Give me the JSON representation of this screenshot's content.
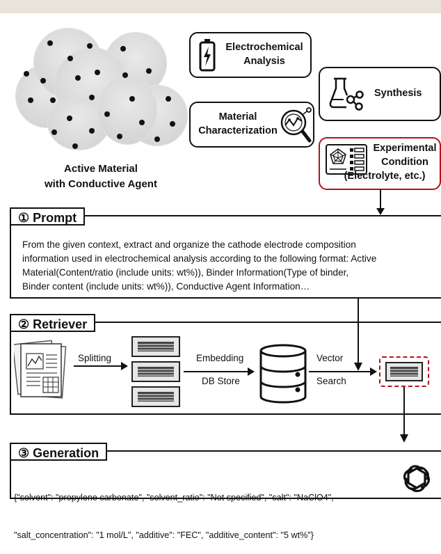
{
  "material": {
    "caption_line1": "Active Material",
    "caption_line2": "with Conductive Agent"
  },
  "cards": {
    "electrochemical": {
      "line1": "Electrochemical",
      "line2": "Analysis",
      "icon": "battery-charging-icon"
    },
    "synthesis": {
      "line1": "Synthesis",
      "icon": "flask-icon"
    },
    "characterization": {
      "line1": "Material",
      "line2": "Characterization",
      "icon": "magnifier-chart-icon"
    },
    "experimental": {
      "line1": "Experimental",
      "line2": "Condition",
      "line3": "(Electrolyte, etc.)",
      "icon": "radar-chart-icon",
      "border_color": "#b5121b"
    }
  },
  "prompt": {
    "title": "① Prompt",
    "lines": [
      "From the given context, extract and organize the cathode electrode composition",
      "information used in electrochemical analysis according to the following format: Active",
      "Material(Content/ratio (include units: wt%)), Binder Information(Type of binder,",
      "Binder content (include units: wt%)), Conductive Agent Information…"
    ]
  },
  "retriever": {
    "title": "② Retriever",
    "splitting": "Splitting",
    "embedding": "Embedding",
    "db_store": "DB Store",
    "vector": "Vector",
    "search": "Search",
    "highlight_color": "#b5121b"
  },
  "generation": {
    "title": "③ Generation",
    "line1": "{\"solvent\": \"propylene carbonate\", \"solvent_ratio\": \"Not specified\", \"salt\": \"NaClO4\",",
    "line2": "\"salt_concentration\": \"1 mol/L\", \"additive\": \"FEC\", \"additive_content\": \"5 wt%\"}",
    "icon": "openai-logo-icon"
  }
}
